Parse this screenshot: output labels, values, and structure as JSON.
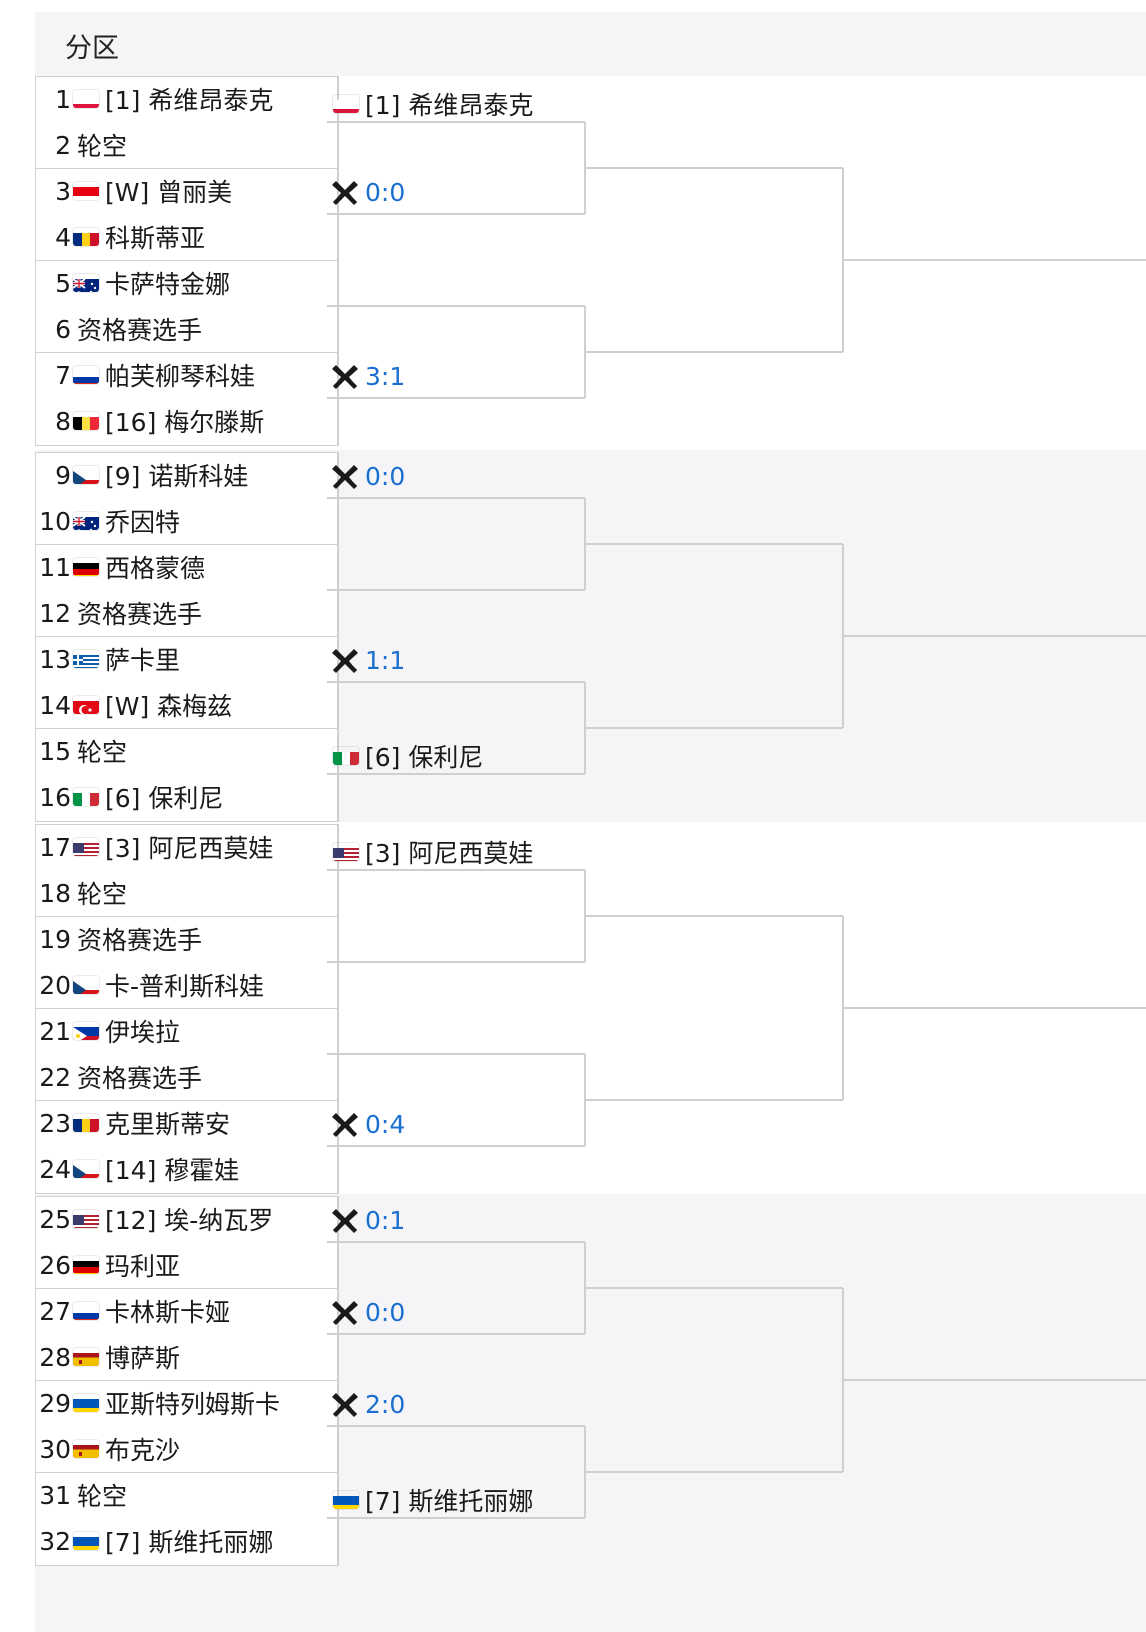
{
  "header": {
    "title": "分区"
  },
  "players": [
    {
      "num": "1",
      "flag": "pl",
      "name": "[1] 希维昂泰克"
    },
    {
      "num": "2",
      "flag": "",
      "name": "轮空"
    },
    {
      "num": "3",
      "flag": "id",
      "name": "[W] 曾丽美"
    },
    {
      "num": "4",
      "flag": "ro",
      "name": "科斯蒂亚"
    },
    {
      "num": "5",
      "flag": "au",
      "name": "卡萨特金娜"
    },
    {
      "num": "6",
      "flag": "",
      "name": "资格赛选手"
    },
    {
      "num": "7",
      "flag": "ru",
      "name": "帕芙柳琴科娃"
    },
    {
      "num": "8",
      "flag": "be",
      "name": "[16] 梅尔滕斯"
    },
    {
      "num": "9",
      "flag": "cz",
      "name": "[9] 诺斯科娃"
    },
    {
      "num": "10",
      "flag": "au",
      "name": "乔因特"
    },
    {
      "num": "11",
      "flag": "de",
      "name": "西格蒙德"
    },
    {
      "num": "12",
      "flag": "",
      "name": "资格赛选手"
    },
    {
      "num": "13",
      "flag": "gr",
      "name": "萨卡里"
    },
    {
      "num": "14",
      "flag": "tr",
      "name": "[W] 森梅兹"
    },
    {
      "num": "15",
      "flag": "",
      "name": "轮空"
    },
    {
      "num": "16",
      "flag": "it",
      "name": "[6] 保利尼"
    },
    {
      "num": "17",
      "flag": "us",
      "name": "[3] 阿尼西莫娃"
    },
    {
      "num": "18",
      "flag": "",
      "name": "轮空"
    },
    {
      "num": "19",
      "flag": "",
      "name": "资格赛选手"
    },
    {
      "num": "20",
      "flag": "cz",
      "name": "卡-普利斯科娃"
    },
    {
      "num": "21",
      "flag": "ph",
      "name": "伊埃拉"
    },
    {
      "num": "22",
      "flag": "",
      "name": "资格赛选手"
    },
    {
      "num": "23",
      "flag": "ro",
      "name": "克里斯蒂安"
    },
    {
      "num": "24",
      "flag": "cz",
      "name": "[14] 穆霍娃"
    },
    {
      "num": "25",
      "flag": "us",
      "name": "[12] 埃-纳瓦罗"
    },
    {
      "num": "26",
      "flag": "de",
      "name": "玛利亚"
    },
    {
      "num": "27",
      "flag": "ru",
      "name": "卡林斯卡娅"
    },
    {
      "num": "28",
      "flag": "es",
      "name": "博萨斯"
    },
    {
      "num": "29",
      "flag": "ua",
      "name": "亚斯特列姆斯卡"
    },
    {
      "num": "30",
      "flag": "es",
      "name": "布克沙"
    },
    {
      "num": "31",
      "flag": "",
      "name": "轮空"
    },
    {
      "num": "32",
      "flag": "ua",
      "name": "[7] 斯维托丽娜"
    }
  ],
  "round2": [
    {
      "type": "player",
      "flag": "pl",
      "name": "[1] 希维昂泰克"
    },
    {
      "type": "match",
      "icon": "versus-icon",
      "score": "0:0"
    },
    {
      "type": "none"
    },
    {
      "type": "match",
      "icon": "versus-icon",
      "score": "3:1"
    },
    {
      "type": "match",
      "icon": "versus-icon",
      "score": "0:0"
    },
    {
      "type": "none"
    },
    {
      "type": "match",
      "icon": "versus-icon",
      "score": "1:1"
    },
    {
      "type": "player",
      "flag": "it",
      "name": "[6] 保利尼"
    },
    {
      "type": "player",
      "flag": "us",
      "name": "[3] 阿尼西莫娃"
    },
    {
      "type": "none"
    },
    {
      "type": "none"
    },
    {
      "type": "match",
      "icon": "versus-icon",
      "score": "0:4"
    },
    {
      "type": "match",
      "icon": "versus-icon",
      "score": "0:1"
    },
    {
      "type": "match",
      "icon": "versus-icon",
      "score": "0:0"
    },
    {
      "type": "match",
      "icon": "versus-icon",
      "score": "2:0"
    },
    {
      "type": "player",
      "flag": "ua",
      "name": "[7] 斯维托丽娜"
    }
  ],
  "colors": {
    "score": "#1a6fd0",
    "line": "#cfcfcf",
    "section_gray": "#f5f5f7"
  }
}
